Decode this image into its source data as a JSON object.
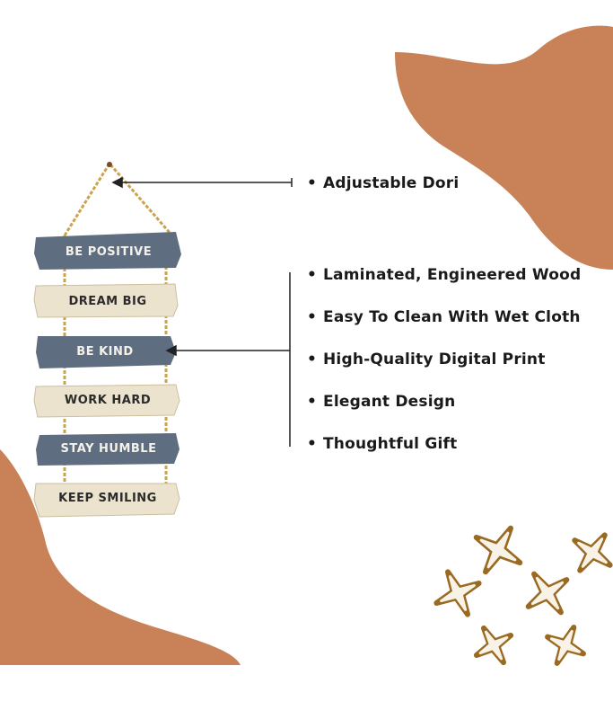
{
  "colors": {
    "blob": "#c98157",
    "dark_plank": "#5e6e80",
    "light_plank": "#ece3cf",
    "rope": "#c9a44a",
    "star_outer": "#9a6a23",
    "star_inner": "#f8f3e6"
  },
  "planks": [
    {
      "text": "BE POSITIVE",
      "style": "dark"
    },
    {
      "text": "DREAM BIG",
      "style": "light"
    },
    {
      "text": "BE KIND",
      "style": "dark"
    },
    {
      "text": "WORK HARD",
      "style": "light"
    },
    {
      "text": "STAY HUMBLE",
      "style": "dark"
    },
    {
      "text": "KEEP SMILING",
      "style": "light"
    }
  ],
  "callout": {
    "top_feature": "Adjustable Dori"
  },
  "features": [
    "Laminated, Engineered Wood",
    "Easy To Clean With Wet Cloth",
    "High-Quality Digital Print",
    "Elegant Design",
    "Thoughtful Gift"
  ],
  "bullet_glyph": "•"
}
